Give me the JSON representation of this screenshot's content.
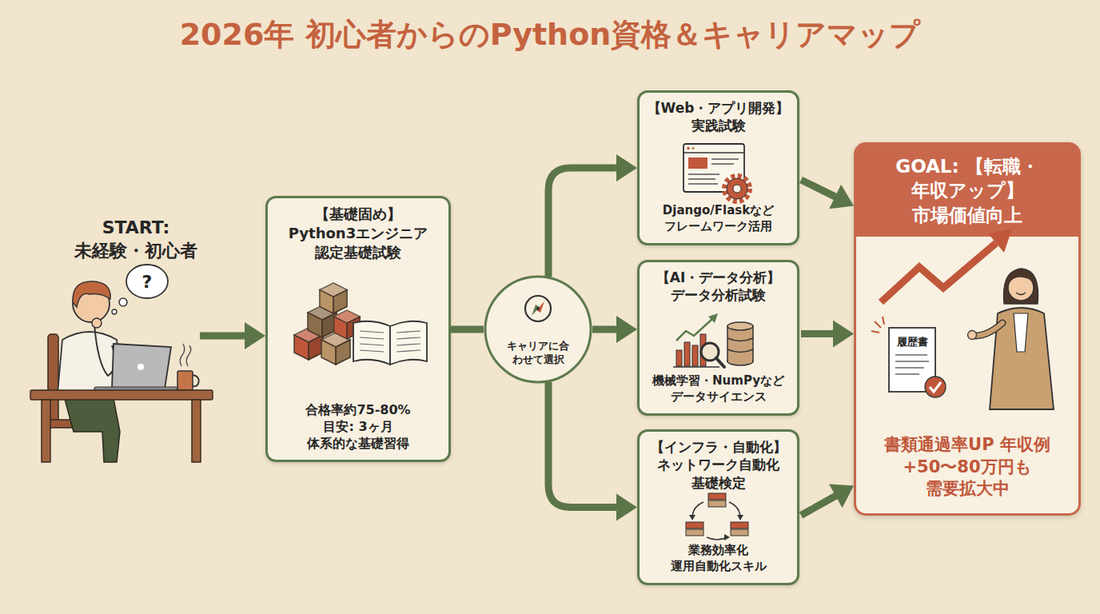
{
  "diagram": {
    "title": "2026年 初心者からのPython資格＆キャリアマップ",
    "nodes": [
      {
        "text": [
          "START: 未経験・初心者"
        ]
      },
      {
        "text": [
          "【基礎固め】 Python3エンジニア 認定基礎試験",
          "合格率約75-80% 目安: 3ヶ月 体系的な基礎習得"
        ]
      },
      {
        "text": [
          "キャリアに合 わせて選択"
        ]
      },
      {
        "text": [
          "【Web・アプリ開発】 実践試験",
          "Django/Flaskなど フレームワーク活用"
        ]
      },
      {
        "text": [
          "【AI・データ分析】 データ分析試験",
          "機械学習・NumPyなど データサイエンス"
        ]
      },
      {
        "text": [
          "【インフラ・自動化】 ネットワーク自動化 基礎検定",
          "業務効率化 運用自動化スキル"
        ]
      },
      {
        "text": [
          "GOAL: 【転職・年収アップ】 市場価値向上",
          "書類通過率UP 年収例+50〜80万円も 需要拡大中"
        ]
      }
    ],
    "edges": [
      {
        "from": 0,
        "to": 1,
        "arrow": "to"
      },
      {
        "from": 1,
        "to": 2,
        "arrow": "none"
      },
      {
        "from": 2,
        "to": 3,
        "arrow": "to"
      },
      {
        "from": 2,
        "to": 4,
        "arrow": "to"
      },
      {
        "from": 2,
        "to": 5,
        "arrow": "to"
      },
      {
        "from": 3,
        "to": 6,
        "arrow": "to"
      },
      {
        "from": 4,
        "to": 6,
        "arrow": "to"
      },
      {
        "from": 5,
        "to": 6,
        "arrow": "to"
      }
    ],
    "labels": [
      "?",
      "履歴書"
    ]
  }
}
